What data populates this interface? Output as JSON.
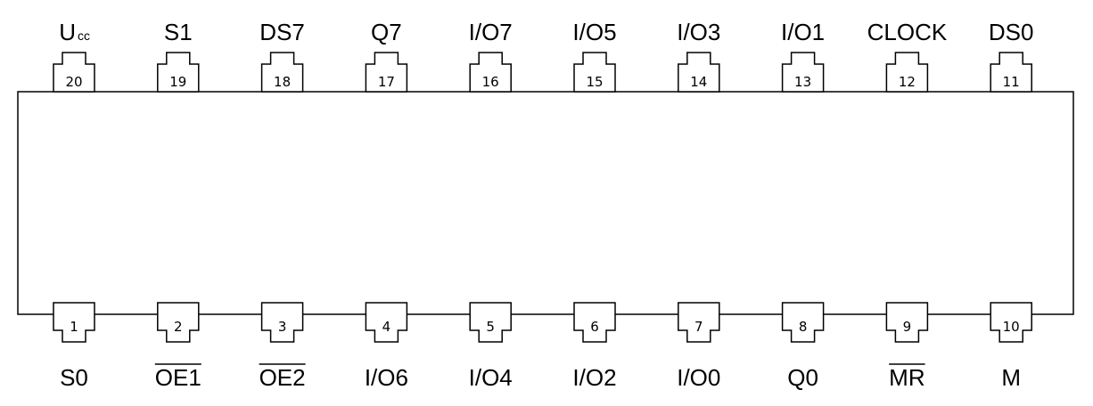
{
  "chip": {
    "top_pins": [
      {
        "number": "20",
        "label": "U",
        "label_sub": "cc",
        "overline": false
      },
      {
        "number": "19",
        "label": "S1",
        "overline": false
      },
      {
        "number": "18",
        "label": "DS7",
        "overline": false
      },
      {
        "number": "17",
        "label": "Q7",
        "overline": false
      },
      {
        "number": "16",
        "label": "I/O7",
        "overline": false
      },
      {
        "number": "15",
        "label": "I/O5",
        "overline": false
      },
      {
        "number": "14",
        "label": "I/O3",
        "overline": false
      },
      {
        "number": "13",
        "label": "I/O1",
        "overline": false
      },
      {
        "number": "12",
        "label": "CLOCK",
        "overline": false
      },
      {
        "number": "11",
        "label": "DS0",
        "overline": false
      }
    ],
    "bottom_pins": [
      {
        "number": "1",
        "label": "S0",
        "overline": false
      },
      {
        "number": "2",
        "label": "OE1",
        "overline": true
      },
      {
        "number": "3",
        "label": "OE2",
        "overline": true
      },
      {
        "number": "4",
        "label": "I/O6",
        "overline": false
      },
      {
        "number": "5",
        "label": "I/O4",
        "overline": false
      },
      {
        "number": "6",
        "label": "I/O2",
        "overline": false
      },
      {
        "number": "7",
        "label": "I/O0",
        "overline": false
      },
      {
        "number": "8",
        "label": "Q0",
        "overline": false
      },
      {
        "number": "9",
        "label": "MR",
        "overline": true
      },
      {
        "number": "10",
        "label": "M",
        "overline": false
      }
    ]
  }
}
